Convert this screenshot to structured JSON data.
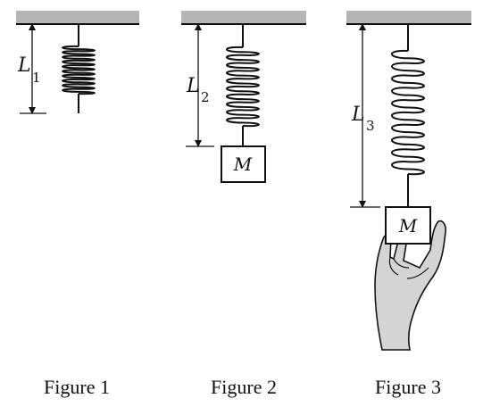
{
  "figures": [
    {
      "caption": "Figure 1",
      "length_label": "L",
      "length_subscript": "1",
      "mass_label": ""
    },
    {
      "caption": "Figure 2",
      "length_label": "L",
      "length_subscript": "2",
      "mass_label": "M"
    },
    {
      "caption": "Figure 3",
      "length_label": "L",
      "length_subscript": "3",
      "mass_label": "M"
    }
  ],
  "colors": {
    "ceiling": "#b5b5b5",
    "line": "#111111",
    "hand_fill": "#d4d4d4"
  }
}
